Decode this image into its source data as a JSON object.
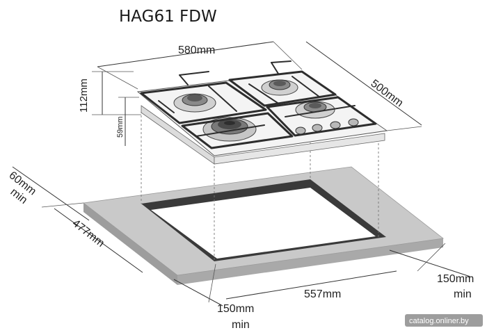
{
  "title": "HAG61 FDW",
  "dimensions": {
    "width": "580mm",
    "depth": "500mm",
    "height_total": "112mm",
    "height_body": "59mm",
    "rear_clearance": "60mm",
    "rear_clearance_unit": "min",
    "cutout_depth": "477mm",
    "cutout_width": "557mm",
    "side_clearance_right": "150mm",
    "side_clearance_right_unit": "min",
    "side_clearance_front": "150mm",
    "side_clearance_front_unit": "min"
  },
  "watermark": "catalog.onliner.by",
  "colors": {
    "countertop_top": "#c9c9c9",
    "countertop_side": "#b3b3b3",
    "cutout": "#3a3a3a",
    "hob_top": "#f4f4f4",
    "hob_side": "#e2e2e2"
  }
}
